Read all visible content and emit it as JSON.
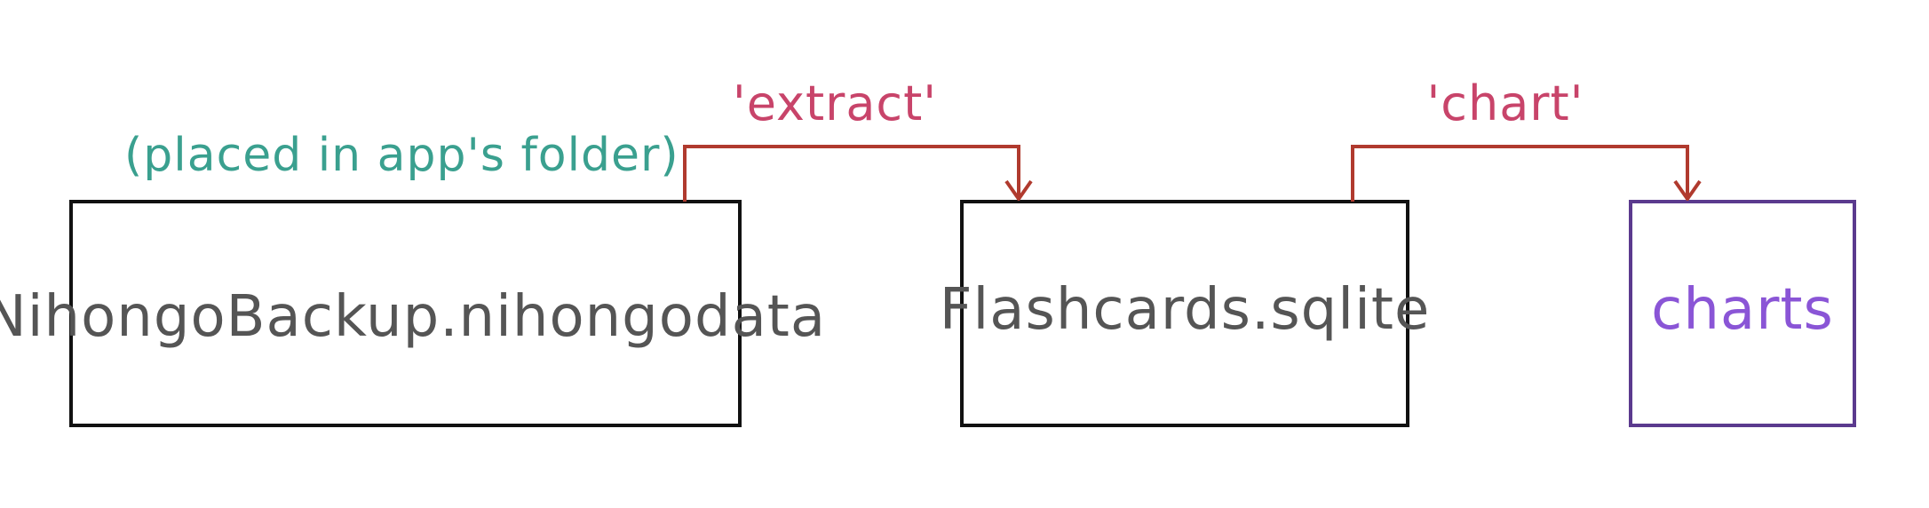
{
  "diagram": {
    "note": "(placed in app's folder)",
    "nodes": [
      {
        "label": "NihongoBackup.nihongodata"
      },
      {
        "label": "Flashcards.sqlite"
      },
      {
        "label": "charts"
      }
    ],
    "edges": [
      {
        "label": "'extract'",
        "from": "NihongoBackup.nihongodata",
        "to": "Flashcards.sqlite"
      },
      {
        "label": "'chart'",
        "from": "Flashcards.sqlite",
        "to": "charts"
      }
    ]
  },
  "colors": {
    "box_stroke": "#111111",
    "output_box_stroke": "#5b3a8e",
    "node_text": "#555555",
    "output_text": "#8a55d6",
    "note_text": "#3aa08f",
    "arrow": "#b03a2e",
    "arrow_label": "#c8446a",
    "tick": "#e07a3a"
  }
}
